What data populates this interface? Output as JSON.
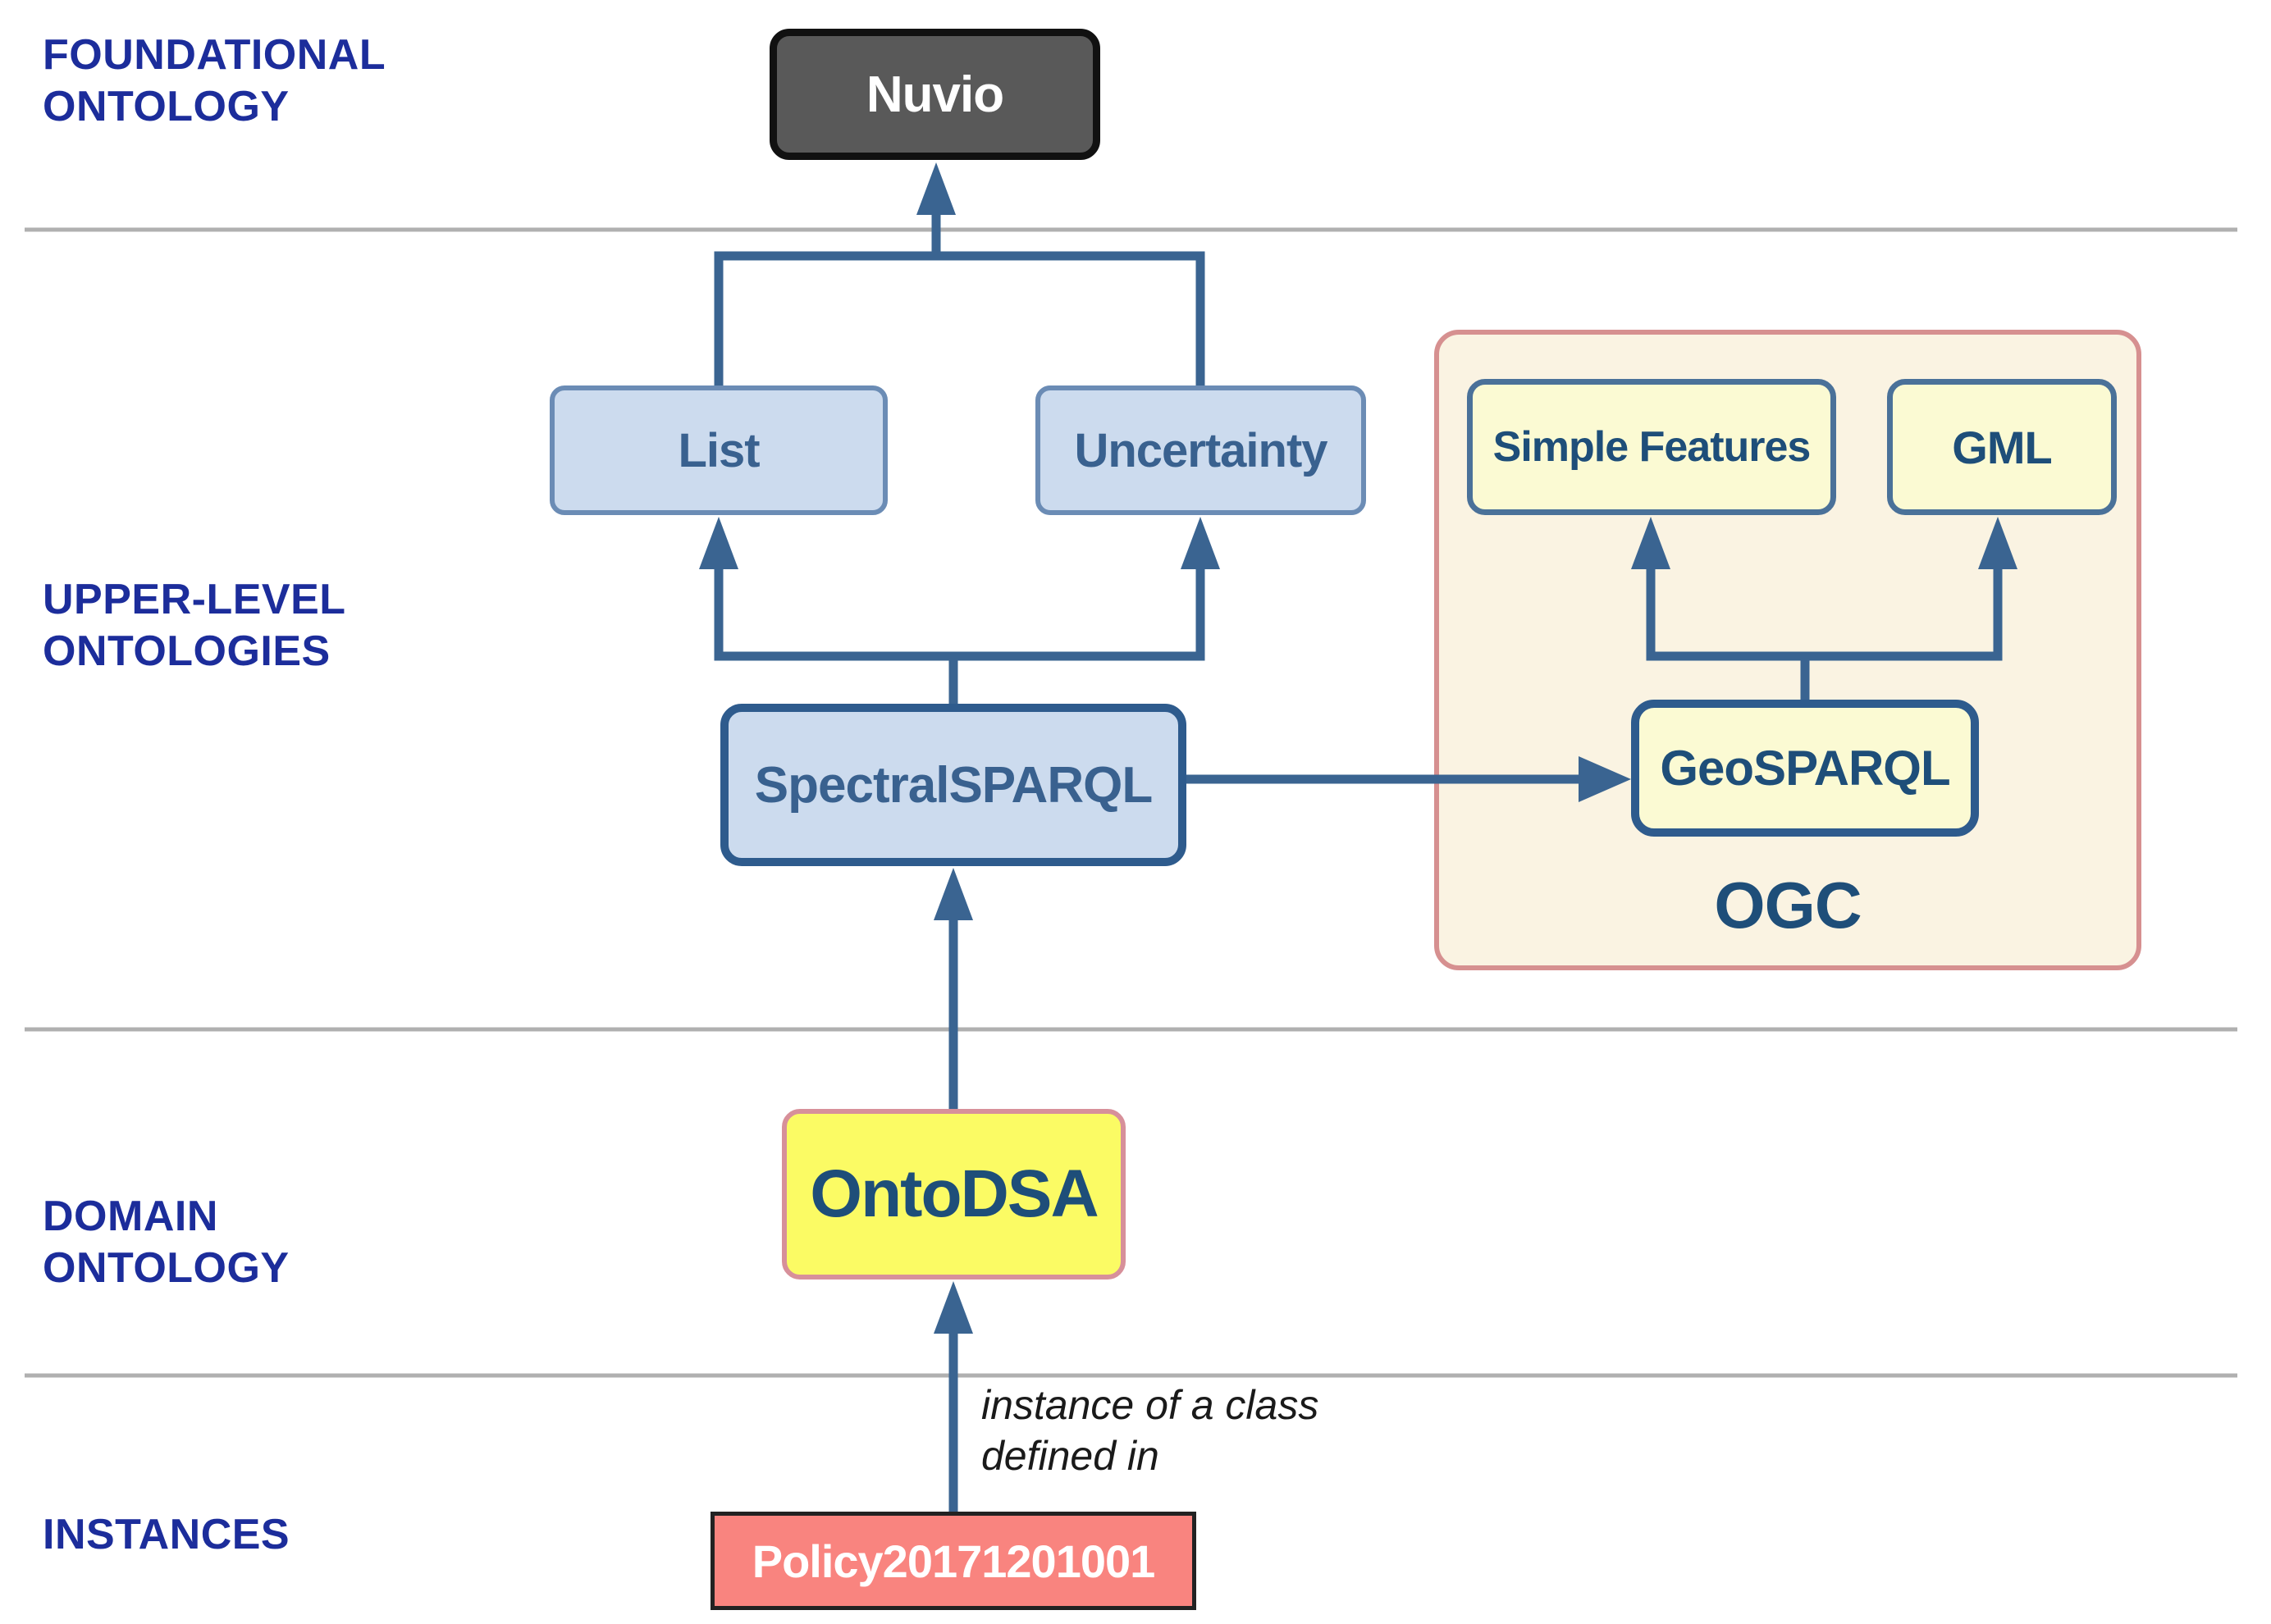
{
  "layers": {
    "foundational": "FOUNDATIONAL\nONTOLOGY",
    "upper": "UPPER-LEVEL\nONTOLOGIES",
    "domain": "DOMAIN\nONTOLOGY",
    "instances": "INSTANCES"
  },
  "nodes": {
    "nuvio": "Nuvio",
    "list": "List",
    "uncertainty": "Uncertainty",
    "spectralsparql": "SpectralSPARQL",
    "simple_features": "Simple Features",
    "gml": "GML",
    "geosparql": "GeoSPARQL",
    "ogc": "OGC",
    "ontodsa": "OntoDSA",
    "policy": "Policy20171201001"
  },
  "notes": {
    "instance_of": "instance of a class\ndefined in"
  },
  "colors": {
    "connector": "#3a6491",
    "divider": "#b0b0b0",
    "label_navy": "#1c2d9b",
    "blue_fill": "#ccdbee",
    "blue_border": "#6b8cb5",
    "blue_border_strong": "#2e5b8d",
    "blue_text": "#39618f",
    "yellow_pale": "#fbfad3",
    "yellow_border": "#4a7199",
    "navy_text": "#1e4e79",
    "cream": "#faf3e2",
    "salmon": "#d69090",
    "ontodsa_fill": "#fbfb64",
    "ontodsa_border": "#d7909a",
    "policy_fill": "#f9847f",
    "policy_border": "#222222",
    "nuvio_fill": "#595959",
    "nuvio_border": "#111111",
    "note_text": "#1a1a1a"
  }
}
